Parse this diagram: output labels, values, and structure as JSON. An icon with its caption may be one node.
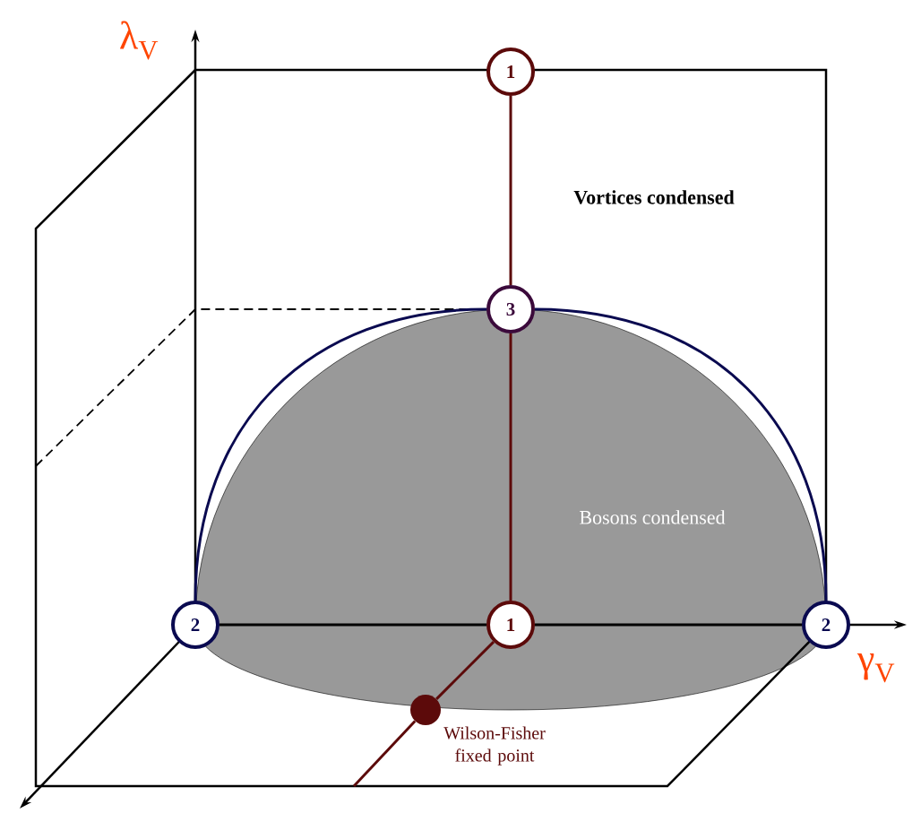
{
  "diagram": {
    "nodes": [
      {
        "text": [
          "1"
        ]
      },
      {
        "text": [
          "3"
        ]
      },
      {
        "text": [
          "2"
        ]
      },
      {
        "text": [
          "1"
        ]
      },
      {
        "text": [
          "2"
        ]
      },
      {
        "text": [],
        "shape": "circle",
        "beside": [
          "Wilson-Fisher fixed point"
        ]
      }
    ],
    "edges": [
      {
        "from": 0,
        "to": 1,
        "arrow": "none",
        "color": "#5c0a0a"
      },
      {
        "from": 1,
        "to": 3,
        "arrow": "none",
        "color": "#5c0a0a"
      },
      {
        "from": 3,
        "to": 5,
        "arrow": "none",
        "color": "#5c0a0a"
      },
      {
        "from": 5,
        "to": null,
        "arrow": "none",
        "color": "#5c0a0a"
      },
      {
        "from": 2,
        "to": 3,
        "arrow": "none",
        "color": "#000000"
      },
      {
        "from": 3,
        "to": 4,
        "arrow": "none",
        "color": "#000000"
      },
      {
        "from": 2,
        "to": 1,
        "arrow": "none",
        "color": "#0a0a50"
      },
      {
        "from": 1,
        "to": 4,
        "arrow": "none",
        "color": "#0a0a50"
      }
    ],
    "labels": [
      "λ$_{V}$",
      "γ$_{V}$",
      "Vortices condensed",
      "Bosons condensed"
    ]
  }
}
